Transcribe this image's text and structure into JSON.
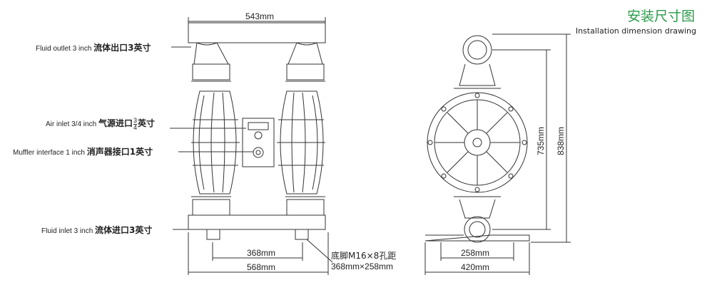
{
  "title": {
    "cn": "安装尺寸图",
    "en": "Installation dimension drawing"
  },
  "labels": {
    "outlet": {
      "en": "Fluid outlet 3 inch",
      "cn": "流体出口3英寸"
    },
    "air": {
      "en": "Air inlet 3/4 inch",
      "cn_pre": "气源进口",
      "num": "3",
      "den": "4",
      "cn_post": "英寸"
    },
    "muffler": {
      "en": "Muffler interface 1 inch",
      "cn": "消声器接口1英寸"
    },
    "inlet": {
      "en": "Fluid inlet 3 inch",
      "cn": "流体进口3英寸"
    }
  },
  "dimensions": {
    "top_width": "543mm",
    "inner_width": "368mm",
    "base_width": "568mm",
    "side_inner": "258mm",
    "side_base": "420mm",
    "height_inner": "735mm",
    "height_total": "838mm"
  },
  "foot": {
    "line1": "底脚M16×8孔距",
    "line2": "368mm×258mm"
  },
  "colors": {
    "accent": "#2a9a4a",
    "line": "#333333"
  }
}
